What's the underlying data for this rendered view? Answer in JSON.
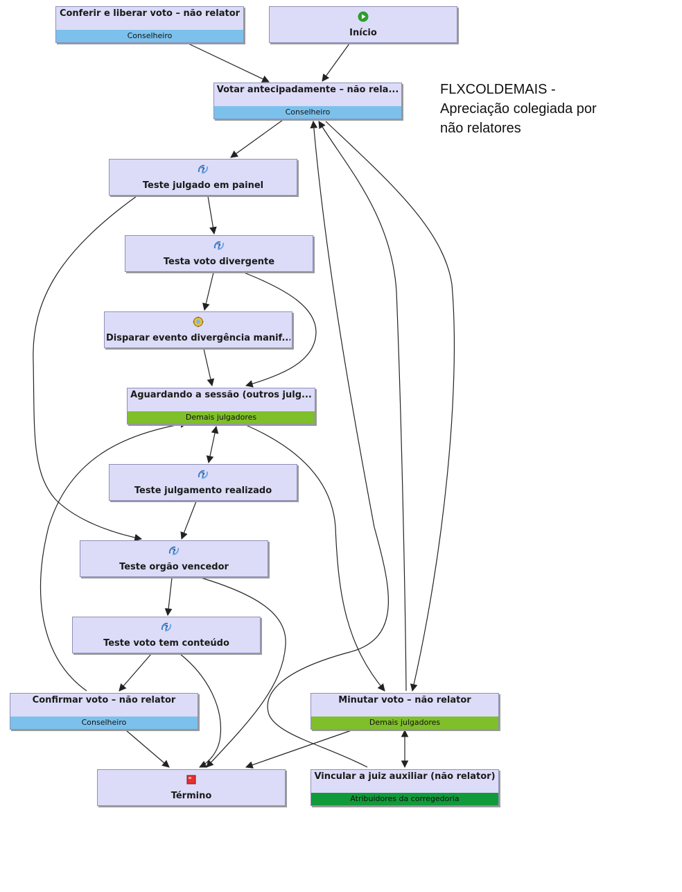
{
  "title_lines": [
    "FLXCOLDEMAIS -",
    "Apreciação colegiada por",
    "não relatores"
  ],
  "colors": {
    "node_fill": "#dcdcf8",
    "lane_conselheiro": "#7cc1ec",
    "lane_demais": "#7fbf2a",
    "lane_atribuidores": "#119a3a",
    "edge": "#222222"
  },
  "nodes": {
    "conferir": {
      "label": "Conferir e liberar voto – não relator",
      "lane": "Conselheiro"
    },
    "inicio": {
      "label": "Início",
      "icon": "start-icon"
    },
    "votar": {
      "label": "Votar antecipadamente – não rela...",
      "lane": "Conselheiro"
    },
    "teste_painel": {
      "label": "Teste julgado em painel",
      "icon": "decision-icon"
    },
    "testa_divergente": {
      "label": "Testa voto divergente",
      "icon": "decision-icon"
    },
    "disparar": {
      "label": "Disparar evento divergência manif...",
      "icon": "gear-icon"
    },
    "aguardando": {
      "label": "Aguardando a sessão (outros julg...",
      "lane": "Demais julgadores"
    },
    "teste_realizado": {
      "label": "Teste julgamento realizado",
      "icon": "decision-icon"
    },
    "teste_orgao": {
      "label": "Teste orgão vencedor",
      "icon": "decision-icon"
    },
    "teste_conteudo": {
      "label": "Teste voto tem conteúdo",
      "icon": "decision-icon"
    },
    "confirmar": {
      "label": "Confirmar voto – não relator",
      "lane": "Conselheiro"
    },
    "minutar": {
      "label": "Minutar voto – não relator",
      "lane": "Demais julgadores"
    },
    "termino": {
      "label": "Término",
      "icon": "end-icon"
    },
    "vincular": {
      "label": "Vincular a juiz auxiliar (não relator)",
      "lane": "Atribuidores da corregedoria"
    }
  }
}
